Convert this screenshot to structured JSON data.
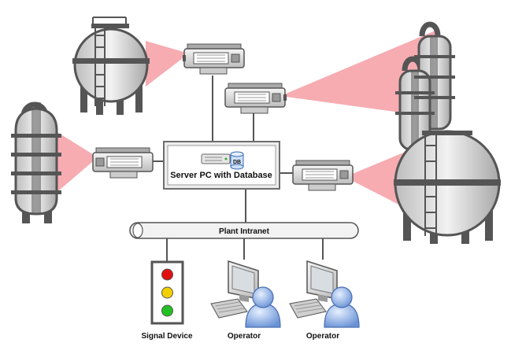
{
  "server": {
    "label": "Server PC with Database",
    "db_badge": "DB"
  },
  "network": {
    "label": "Plant Intranet"
  },
  "devices": {
    "signal_label": "Signal Device",
    "operator1_label": "Operator",
    "operator2_label": "Operator"
  },
  "signal_lights": [
    "#e01010",
    "#f2d000",
    "#22c022"
  ],
  "colors": {
    "cone": "#f5a3a8",
    "tank_fill": "#d9d9d9",
    "tank_stroke": "#555555",
    "pipe": "#555555",
    "server_border": "#777777",
    "line": "#555555"
  },
  "icons": [
    "tank-icon",
    "camera-icon",
    "server-icon",
    "database-icon",
    "traffic-light-icon",
    "computer-icon",
    "user-icon"
  ]
}
